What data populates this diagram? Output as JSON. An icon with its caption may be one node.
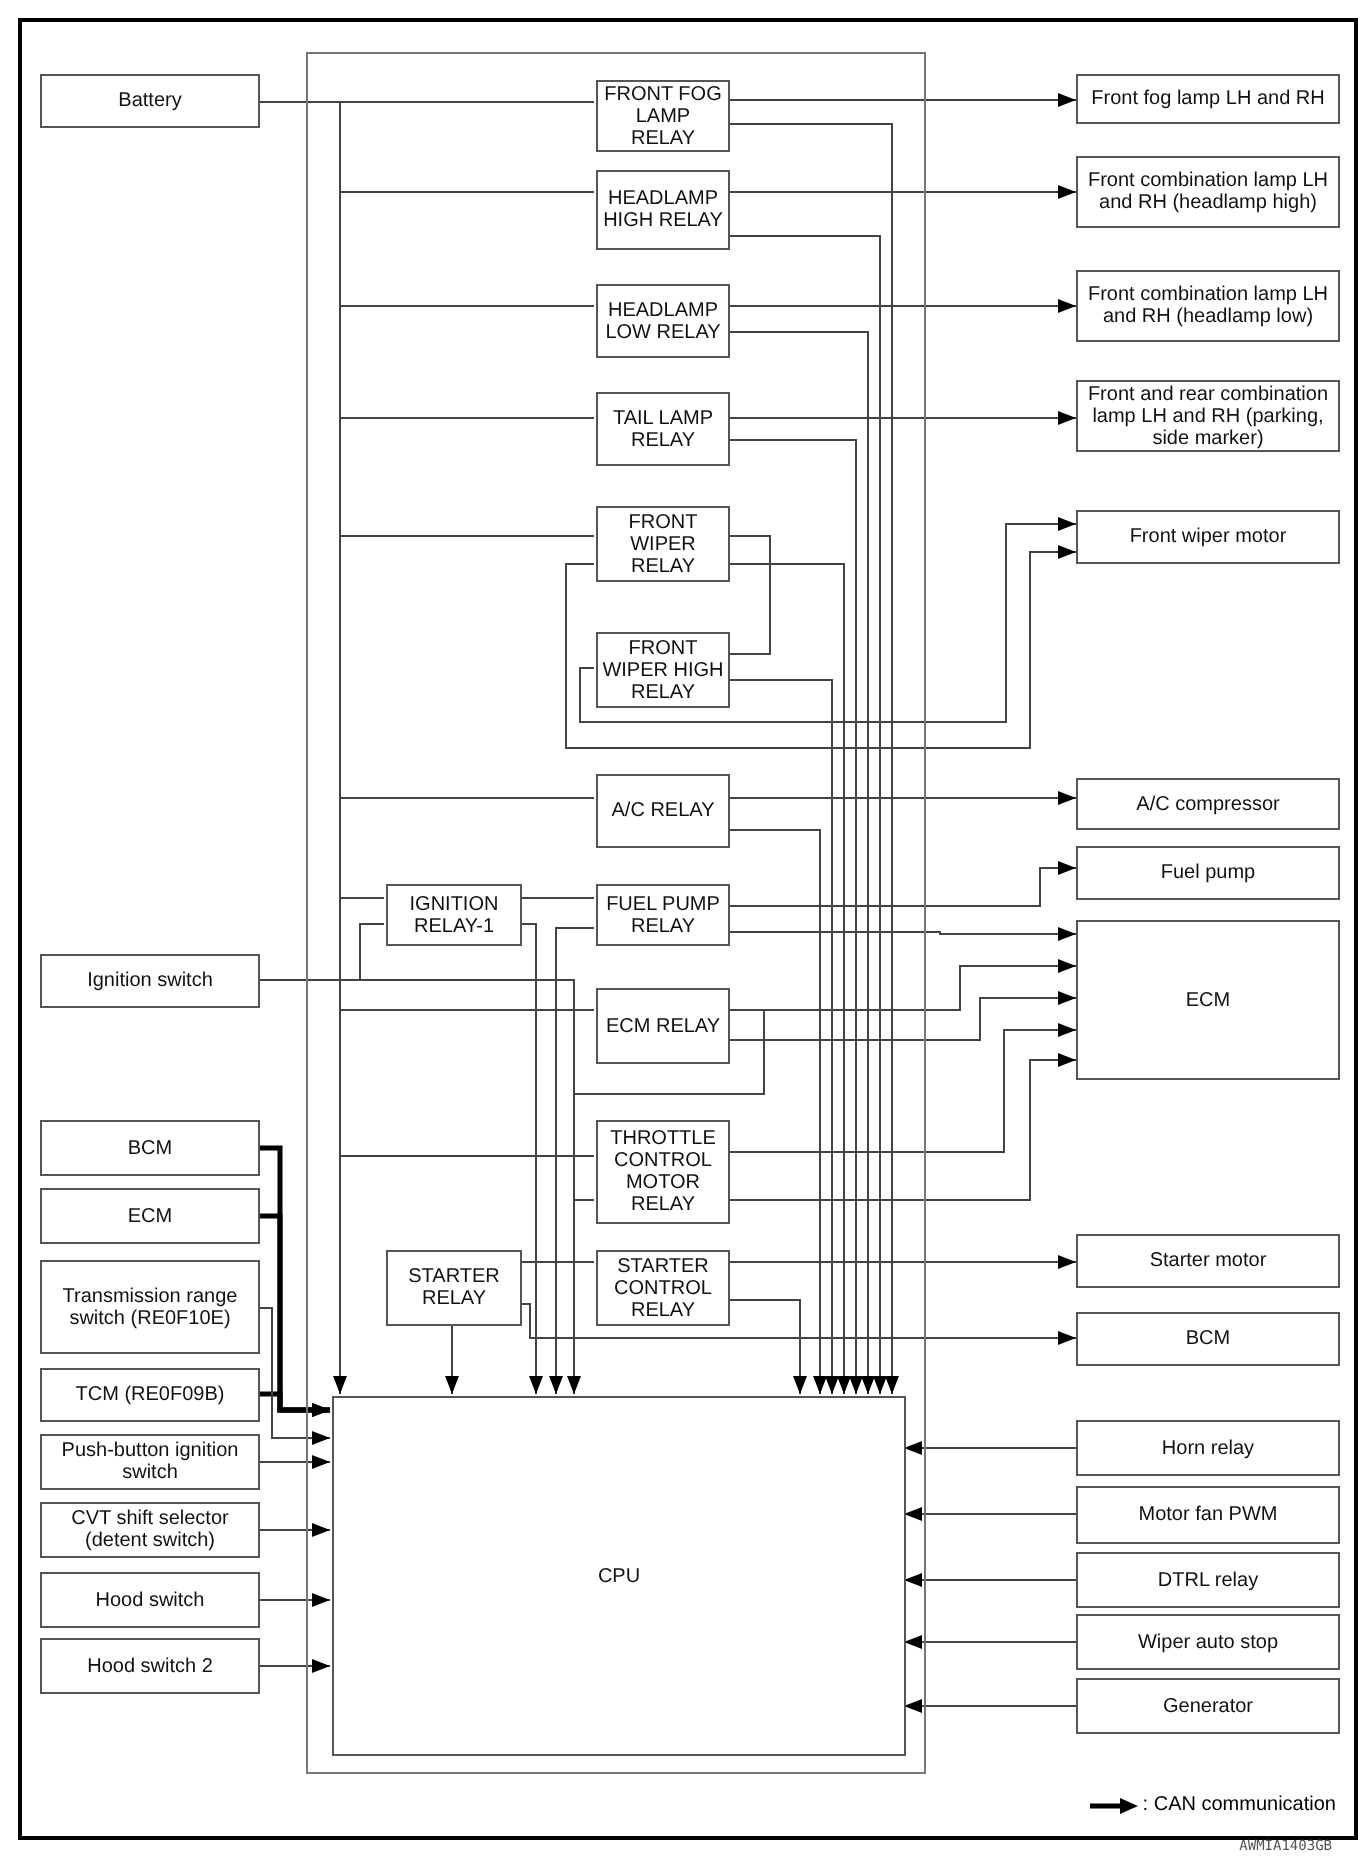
{
  "diagram": {
    "nodes": [
      {
        "text": [
          "Battery"
        ]
      },
      {
        "text": [],
        "shape": "box"
      },
      {
        "text": [
          "FRONT FOG LAMP RELAY"
        ],
        "in": 1
      },
      {
        "text": [
          "HEADLAMP HIGH RELAY"
        ],
        "in": 1
      },
      {
        "text": [
          "HEADLAMP LOW RELAY"
        ],
        "in": 1
      },
      {
        "text": [
          "TAIL LAMP RELAY"
        ],
        "in": 1
      },
      {
        "text": [
          "FRONT WIPER RELAY"
        ],
        "in": 1
      },
      {
        "text": [
          "FRONT WIPER HIGH RELAY"
        ],
        "in": 1
      },
      {
        "text": [
          "A/C RELAY"
        ],
        "in": 1
      },
      {
        "text": [
          "IGNITION RELAY-1"
        ],
        "in": 1
      },
      {
        "text": [
          "FUEL PUMP RELAY"
        ],
        "in": 1
      },
      {
        "text": [
          "ECM RELAY"
        ],
        "in": 1
      },
      {
        "text": [
          "THROTTLE CONTROL MOTOR RELAY"
        ],
        "in": 1
      },
      {
        "text": [
          "STARTER RELAY"
        ],
        "in": 1
      },
      {
        "text": [
          "STARTER CONTROL RELAY"
        ],
        "in": 1
      },
      {
        "text": [
          "CPU"
        ],
        "in": 1
      },
      {
        "text": [
          "Front fog lamp LH and RH"
        ]
      },
      {
        "text": [
          "Front combination lamp LH and RH (headlamp high)"
        ]
      },
      {
        "text": [
          "Front combination lamp LH and RH (headlamp low)"
        ]
      },
      {
        "text": [
          "Front and rear combination lamp LH and RH (parking, side marker)"
        ]
      },
      {
        "text": [
          "Front wiper motor"
        ]
      },
      {
        "text": [
          "A/C compressor"
        ]
      },
      {
        "text": [
          "Fuel pump"
        ]
      },
      {
        "text": [
          "ECM"
        ]
      },
      {
        "text": [
          "Starter motor"
        ]
      },
      {
        "text": [
          "BCM"
        ]
      },
      {
        "text": [
          "Horn relay"
        ]
      },
      {
        "text": [
          "Motor fan PWM"
        ]
      },
      {
        "text": [
          "DTRL relay"
        ]
      },
      {
        "text": [
          "Wiper auto stop"
        ]
      },
      {
        "text": [
          "Generator"
        ]
      },
      {
        "text": [
          "Ignition switch"
        ]
      },
      {
        "text": [
          "BCM"
        ]
      },
      {
        "text": [
          "ECM"
        ]
      },
      {
        "text": [
          "Transmission range switch (RE0F10E)"
        ]
      },
      {
        "text": [
          "TCM (RE0F09B)"
        ]
      },
      {
        "text": [
          "Push-button ignition switch"
        ]
      },
      {
        "text": [
          "CVT shift selector (detent switch)"
        ]
      },
      {
        "text": [
          "Hood switch"
        ]
      },
      {
        "text": [
          "Hood switch 2"
        ]
      }
    ],
    "edges": [
      {
        "from": 0,
        "to": 2,
        "arrow": "none"
      },
      {
        "from": 0,
        "to": 3,
        "arrow": "none"
      },
      {
        "from": 0,
        "to": 4,
        "arrow": "none"
      },
      {
        "from": 0,
        "to": 5,
        "arrow": "none"
      },
      {
        "from": 0,
        "to": 6,
        "arrow": "none"
      },
      {
        "from": 0,
        "to": 8,
        "arrow": "none"
      },
      {
        "from": 0,
        "to": 9,
        "arrow": "none"
      },
      {
        "from": 0,
        "to": 11,
        "arrow": "none"
      },
      {
        "from": 0,
        "to": 12,
        "arrow": "none"
      },
      {
        "from": 0,
        "to": 15,
        "arrow": "to"
      },
      {
        "from": 2,
        "to": 16,
        "arrow": "to"
      },
      {
        "from": 3,
        "to": 17,
        "arrow": "to"
      },
      {
        "from": 4,
        "to": 18,
        "arrow": "to"
      },
      {
        "from": 5,
        "to": 19,
        "arrow": "to"
      },
      {
        "from": 7,
        "to": 20,
        "arrow": "to"
      },
      {
        "from": 6,
        "to": 20,
        "arrow": "to"
      },
      {
        "from": 6,
        "to": 7,
        "arrow": "none"
      },
      {
        "from": 8,
        "to": 21,
        "arrow": "to"
      },
      {
        "from": 10,
        "to": 22,
        "arrow": "to"
      },
      {
        "from": 10,
        "to": 23,
        "arrow": "to"
      },
      {
        "from": 11,
        "to": 23,
        "arrow": "to"
      },
      {
        "from": 11,
        "to": 23,
        "arrow": "to"
      },
      {
        "from": 12,
        "to": 23,
        "arrow": "to"
      },
      {
        "from": 12,
        "to": 23,
        "arrow": "to"
      },
      {
        "from": 11,
        "to": 12,
        "arrow": "none"
      },
      {
        "from": 14,
        "to": 24,
        "arrow": "to"
      },
      {
        "from": 13,
        "to": 14,
        "arrow": "none"
      },
      {
        "from": 13,
        "to": 25,
        "arrow": "to"
      },
      {
        "from": 9,
        "to": 10,
        "arrow": "none"
      },
      {
        "from": 2,
        "to": 15,
        "arrow": "to"
      },
      {
        "from": 3,
        "to": 15,
        "arrow": "to"
      },
      {
        "from": 4,
        "to": 15,
        "arrow": "to"
      },
      {
        "from": 5,
        "to": 15,
        "arrow": "to"
      },
      {
        "from": 6,
        "to": 15,
        "arrow": "to"
      },
      {
        "from": 7,
        "to": 15,
        "arrow": "to"
      },
      {
        "from": 8,
        "to": 15,
        "arrow": "to"
      },
      {
        "from": 14,
        "to": 15,
        "arrow": "to"
      },
      {
        "from": 9,
        "to": 15,
        "arrow": "to"
      },
      {
        "from": 10,
        "to": 15,
        "arrow": "to"
      },
      {
        "from": 31,
        "to": 15,
        "arrow": "to"
      },
      {
        "from": 31,
        "to": 9,
        "arrow": "none"
      },
      {
        "from": 13,
        "to": 15,
        "arrow": "to"
      },
      {
        "from": 32,
        "to": 15,
        "arrow": "to",
        "style": "thick"
      },
      {
        "from": 33,
        "to": 15,
        "arrow": "to",
        "style": "thick"
      },
      {
        "from": 35,
        "to": 15,
        "arrow": "to",
        "style": "thick"
      },
      {
        "from": 34,
        "to": 15,
        "arrow": "to"
      },
      {
        "from": 36,
        "to": 15,
        "arrow": "to"
      },
      {
        "from": 37,
        "to": 15,
        "arrow": "to"
      },
      {
        "from": 38,
        "to": 15,
        "arrow": "to"
      },
      {
        "from": 39,
        "to": 15,
        "arrow": "to"
      },
      {
        "from": 26,
        "to": 15,
        "arrow": "to"
      },
      {
        "from": 27,
        "to": 15,
        "arrow": "to"
      },
      {
        "from": 28,
        "to": 15,
        "arrow": "to"
      },
      {
        "from": 29,
        "to": 15,
        "arrow": "to"
      },
      {
        "from": 30,
        "to": 15,
        "arrow": "to"
      }
    ],
    "labels": [
      "AWMIA1403GB"
    ],
    "legend": [
      {
        "text": ": CAN communication"
      }
    ]
  }
}
